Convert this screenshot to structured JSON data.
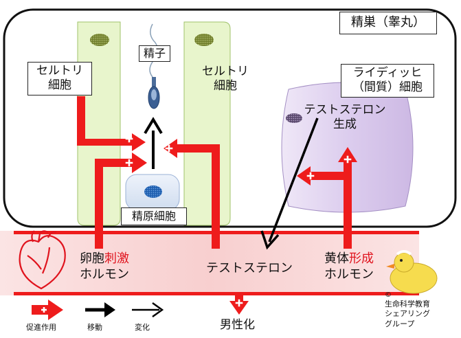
{
  "testis": {
    "title": "精巣（睾丸）"
  },
  "cells": {
    "sertoli_left": {
      "line1": "セルトリ",
      "line2": "細胞"
    },
    "sertoli_right": {
      "line1": "セルトリ",
      "line2": "細胞"
    },
    "sperm": "精子",
    "spermatogonium": "精原細胞",
    "leydig": {
      "line1": "ライディッヒ",
      "line2": "（間質）細胞"
    },
    "testosterone_production": {
      "line1": "テストステロン",
      "line2": "生成"
    }
  },
  "blood": {
    "fsh_prefix": "卵胞",
    "fsh_highlight": "刺激",
    "fsh_line2": "ホルモン",
    "testosterone": "テストステロン",
    "lh_prefix": "黄体",
    "lh_highlight": "形成",
    "lh_line2": "ホルモン"
  },
  "outcome": "男性化",
  "legend": {
    "promote": "促進作用",
    "move": "移動",
    "change": "変化"
  },
  "credit": {
    "line1": "生命科学教育",
    "line2": "シェアリング",
    "line3": "グループ"
  },
  "colors": {
    "arrow_red": "#ee1c1c",
    "blood": "#fad6d6",
    "sertoli": "#e8f5cc",
    "leydig": "#ddd0ec"
  }
}
